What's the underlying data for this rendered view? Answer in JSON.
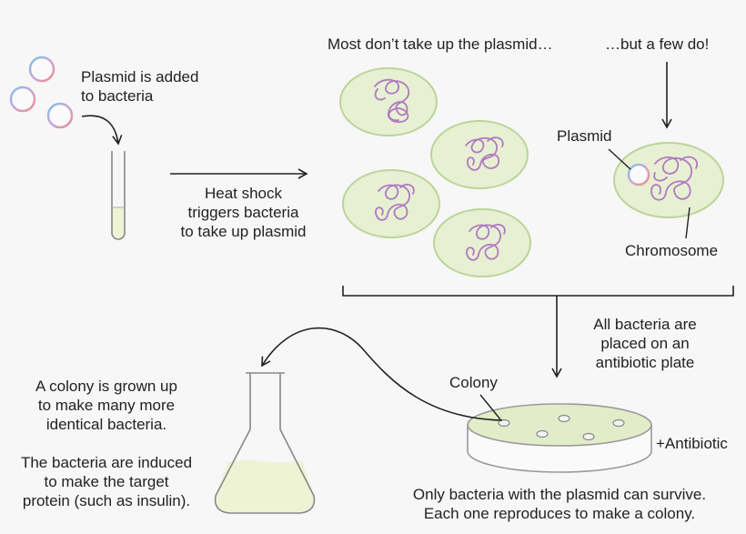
{
  "labels": {
    "plasmid_added": [
      "Plasmid is added",
      "to bacteria"
    ],
    "heat_shock": [
      "Heat shock",
      "triggers bacteria",
      "to take up plasmid"
    ],
    "most_dont": "Most don’t take up the plasmid…",
    "few_do": "…but a few do!",
    "plasmid": "Plasmid",
    "chromosome": "Chromosome",
    "all_bacteria": [
      "All bacteria are",
      "placed on an",
      "antibiotic plate"
    ],
    "colony": "Colony",
    "antibiotic": "+Antibiotic",
    "colony_grown": [
      "A colony is grown up",
      "to make many more",
      "identical bacteria."
    ],
    "induced": [
      "The bacteria are induced",
      "to make the target",
      "protein (such as insulin)."
    ],
    "only_bacteria": [
      "Only bacteria with the plasmid can survive.",
      "Each one reproduces to make a colony."
    ]
  },
  "colors": {
    "cell_fill": "#e7f0d2",
    "cell_stroke": "#bcd49a",
    "chromosome": "#b07ac2",
    "liquid": "#eef3d6",
    "plate_agar": "#e3ecc8",
    "line": "#222222"
  }
}
